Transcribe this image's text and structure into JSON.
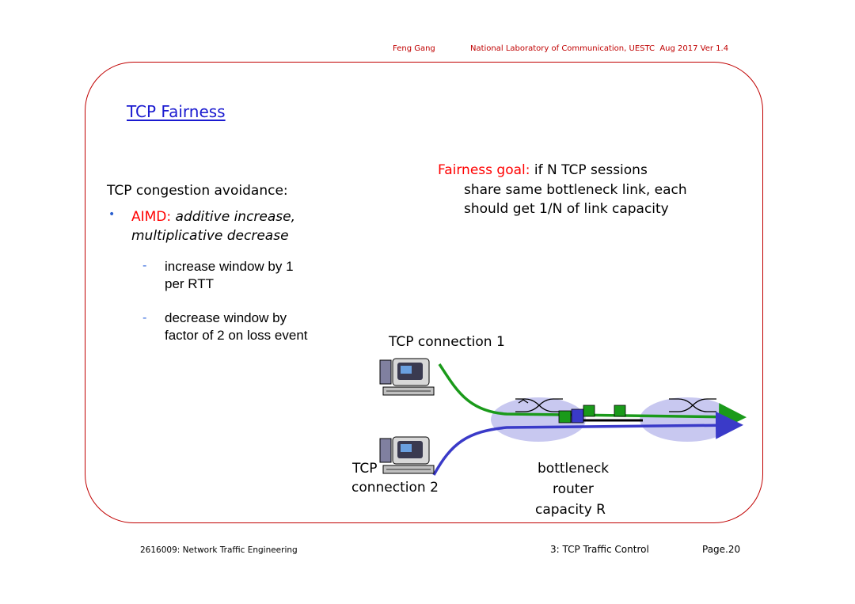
{
  "header": {
    "author": "Feng Gang",
    "lab": "National Laboratory of Communication, UESTC  Aug 2017 Ver 1.4"
  },
  "slide": {
    "title": "TCP Fairness",
    "fairness_goal": {
      "label": "Fairness goal:",
      "line1": " if N TCP sessions",
      "line2": "share same bottleneck link, each",
      "line3": "should get 1/N of link capacity"
    },
    "congestion": {
      "heading": "TCP congestion avoidance:",
      "bullet_label": "AIMD:",
      "bullet_text_1": " additive increase,",
      "bullet_text_2": "multiplicative decrease",
      "sub1_line1": "increase window by 1",
      "sub1_line2": "per RTT",
      "sub2_line1": "decrease window by",
      "sub2_line2": "factor of 2 on loss event"
    },
    "diagram": {
      "conn1_label": "TCP connection 1",
      "conn2_tcp": "TCP",
      "conn2_label": "connection 2",
      "bottleneck_1": "bottleneck",
      "bottleneck_2": "router",
      "bottleneck_3": "capacity R"
    }
  },
  "footer": {
    "course": "2616009: Network Traffic Engineering",
    "chapter": "3: TCP Traffic Control",
    "page": "Page.20"
  }
}
